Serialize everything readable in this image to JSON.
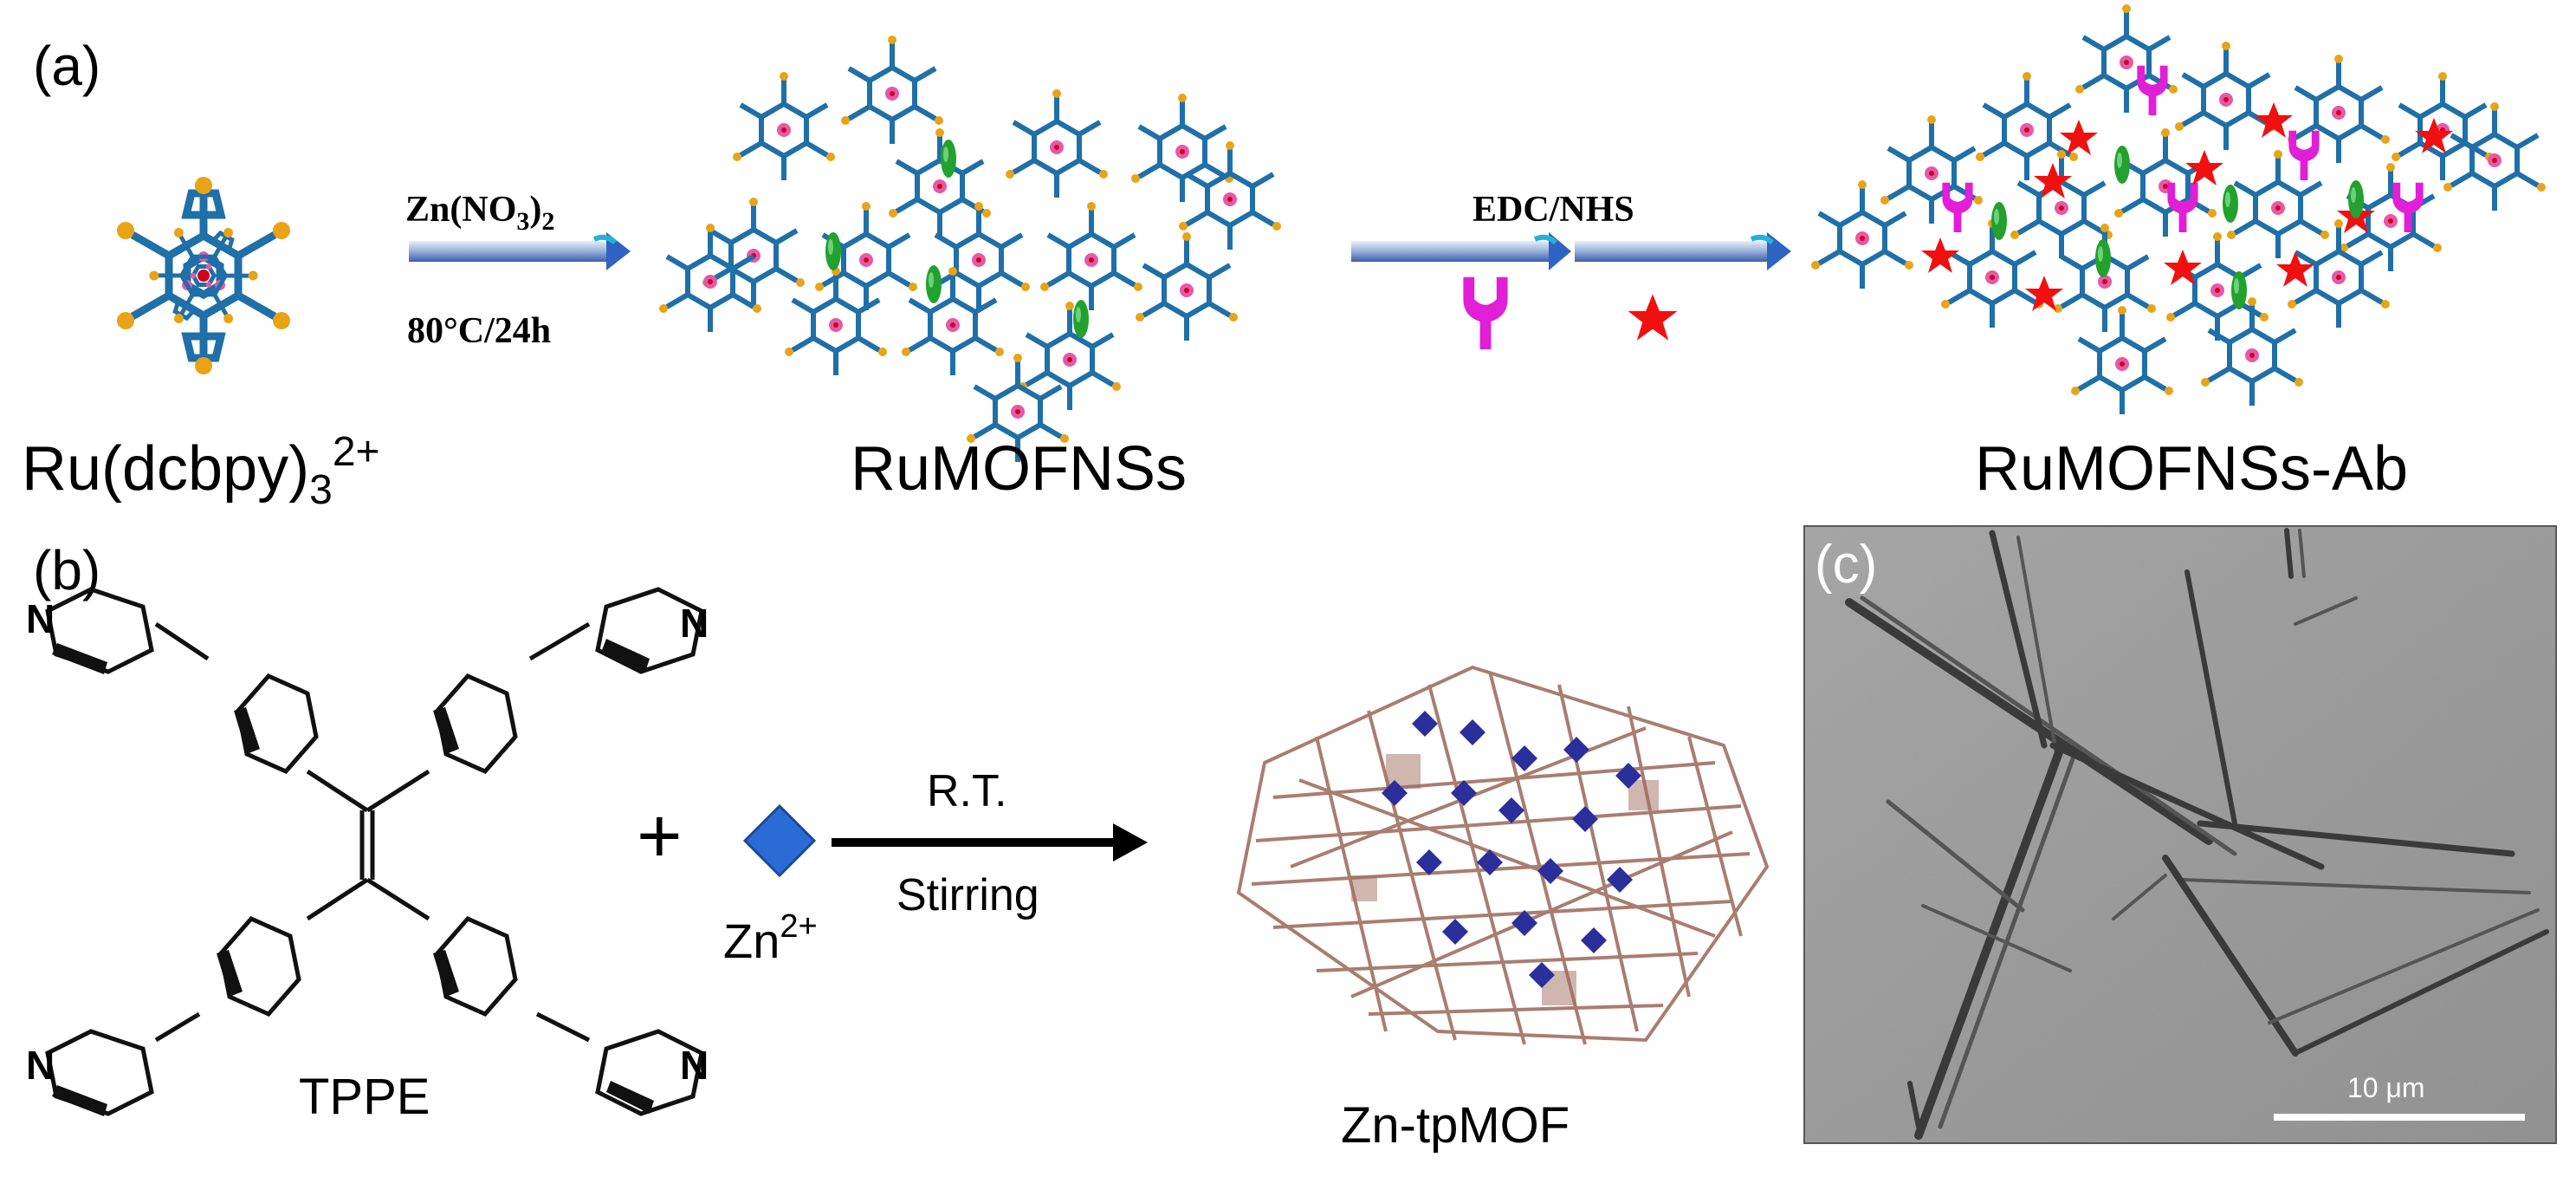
{
  "panel_a": {
    "label": "(a)",
    "reagent_1": {
      "pre": "Zn(NO",
      "sub1": "3",
      "mid": ")",
      "sub2": "2"
    },
    "condition_1": "80°C/24h",
    "reagent_2": "EDC/NHS",
    "ligand": {
      "pre": "Ru(dcbpy)",
      "sub": "3",
      "sup": "2+"
    },
    "product_1": "RuMOFNSs",
    "product_2": "RuMOFNSs-Ab"
  },
  "panel_b": {
    "label": "(b)",
    "ligand_name": "TPPE",
    "n_atom": "N",
    "plus": "+",
    "metal_ion": {
      "base": "Zn",
      "sup": "2+"
    },
    "condition_top": "R.T.",
    "condition_bottom": "Stirring",
    "product": "Zn-tpMOF"
  },
  "panel_c": {
    "label": "(c)",
    "scale_bar": "10 μm"
  },
  "colors": {
    "framework_blue": "#1f6fa8",
    "ring_pink": "#e45aa8",
    "cap_gold": "#e8a317",
    "ru_red": "#d0021b",
    "antibody_magenta": "#e01fd6",
    "star_red": "#f01010",
    "green_ellipse": "#22a12e",
    "zn_diamond": "#2a6bd6",
    "mof_brown": "#a07060",
    "mof_navy": "#2b2f9c",
    "sem_grey": "#9a9a9a"
  }
}
